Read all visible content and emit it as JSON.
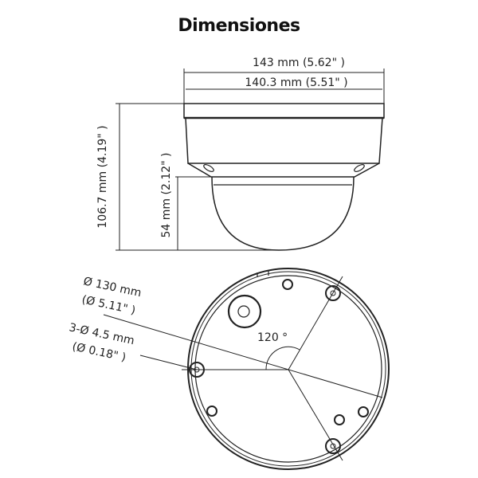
{
  "title": "Dimensiones",
  "side_view": {
    "width_outer": "143 mm (5.62\" )",
    "width_inner": "140.3 mm (5.51\" )",
    "height_total": "106.7 mm (4.19\" )",
    "height_dome": "54 mm (2.12\" )"
  },
  "bottom_view": {
    "diameter_line1": "Ø 130 mm",
    "diameter_line2": "(Ø 5.11\" )",
    "holes_line1": "3-Ø 4.5 mm",
    "holes_line2": "(Ø 0.18\" )",
    "angle": "120 °"
  }
}
